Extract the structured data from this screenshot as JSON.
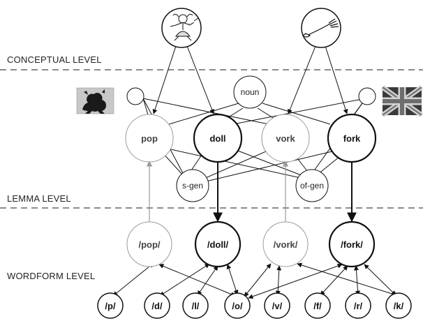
{
  "levels": {
    "conceptual": "CONCEPTUAL LEVEL",
    "lemma": "LEMMA LEVEL",
    "wordform": "WORDFORM LEVEL"
  },
  "concepts": [
    {
      "name": "doll-picture",
      "icon": "doll-drawing-icon"
    },
    {
      "name": "fork-picture",
      "icon": "fork-drawing-icon"
    }
  ],
  "language_tags": [
    {
      "name": "dutch-flag",
      "icon": "flanders-lion-flag-icon"
    },
    {
      "name": "english-flag",
      "icon": "union-jack-flag-icon"
    }
  ],
  "syntax_nodes": {
    "noun": "noun",
    "s_gen": "s-gen",
    "of_gen": "of-gen"
  },
  "lemmas": [
    "pop",
    "doll",
    "vork",
    "fork"
  ],
  "wordforms": [
    "/pop/",
    "/doll/",
    "/vork/",
    "/fork/"
  ],
  "phonemes": [
    "/p/",
    "/d/",
    "/l/",
    "/o/",
    "/v/",
    "/f/",
    "/r/",
    "/k/"
  ],
  "colors": {
    "stroke": "#111111",
    "light_stroke": "#999999",
    "dash": "#8c8c8c",
    "flag_gray": "#b9b9b9"
  }
}
